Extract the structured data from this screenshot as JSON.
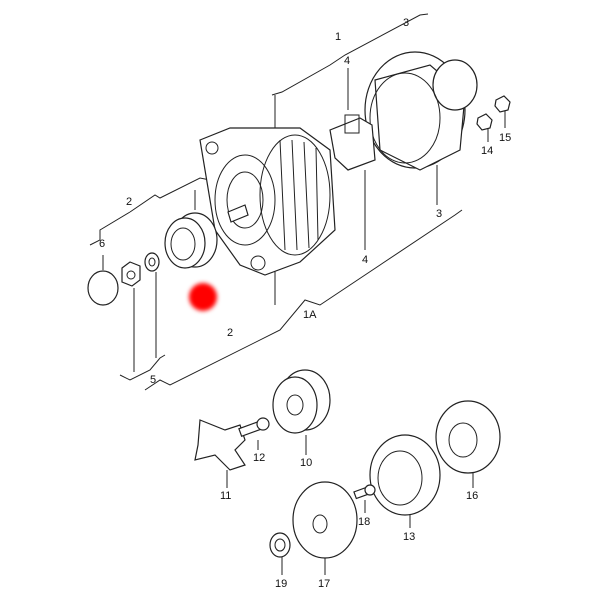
{
  "diagram": {
    "title": "Alternator exploded parts diagram",
    "labels": {
      "l1": "1",
      "l1a": "1A",
      "l2a": "2",
      "l2b": "2",
      "l3a": "3",
      "l3b": "3",
      "l4a": "4",
      "l4b": "4",
      "l5": "5",
      "l6": "6",
      "l10": "10",
      "l11": "11",
      "l12": "12",
      "l13": "13",
      "l14": "14",
      "l15": "15",
      "l16": "16",
      "l17": "17",
      "l18": "18",
      "l19": "19"
    },
    "marker_color": "#ff0000"
  }
}
